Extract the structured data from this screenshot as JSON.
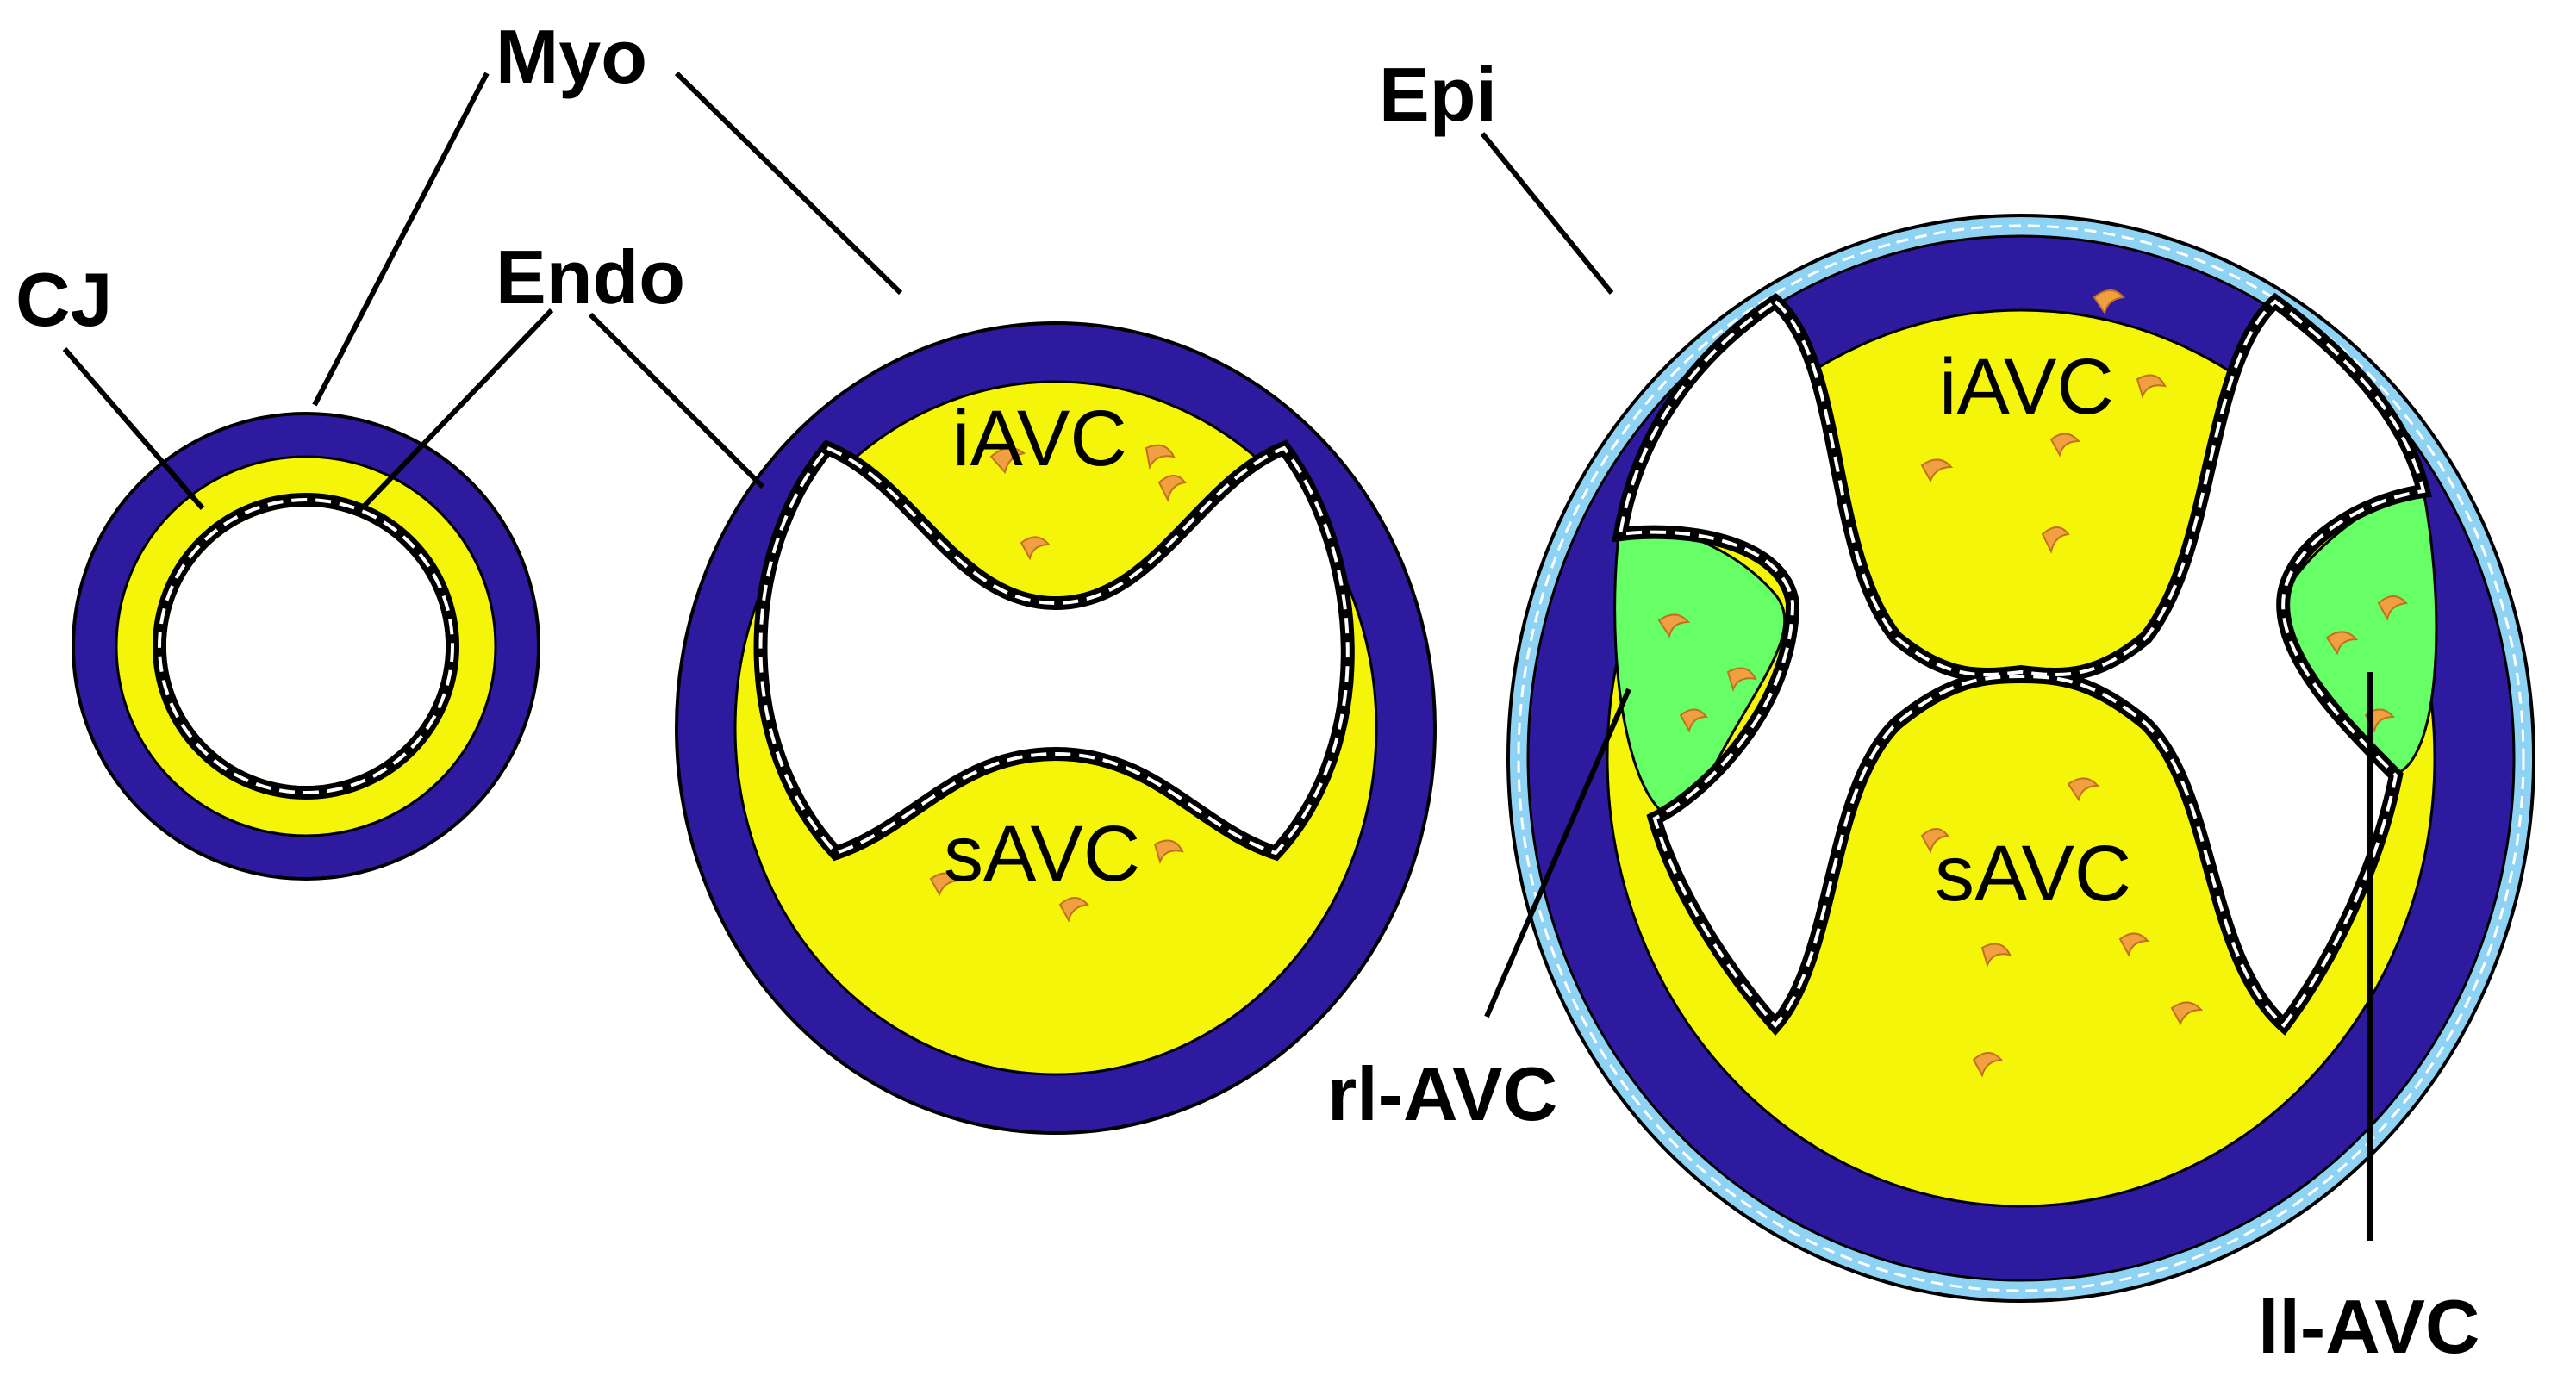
{
  "labels": {
    "cj": "CJ",
    "myo": "Myo",
    "endo": "Endo",
    "epi": "Epi",
    "iavc_mid": "iAVC",
    "savc_mid": "sAVC",
    "iavc_right": "iAVC",
    "savc_right": "sAVC",
    "rl_avc": "rl-AVC",
    "ll_avc": "ll-AVC"
  },
  "colors": {
    "myocardium": "#2e1a9e",
    "cardiac_jelly": "#f5f50a",
    "lateral_cushion": "#66ff66",
    "epicardium": "#8fd3f4",
    "lumen": "#ffffff",
    "mesenchymal_cells": "#f0a040"
  }
}
